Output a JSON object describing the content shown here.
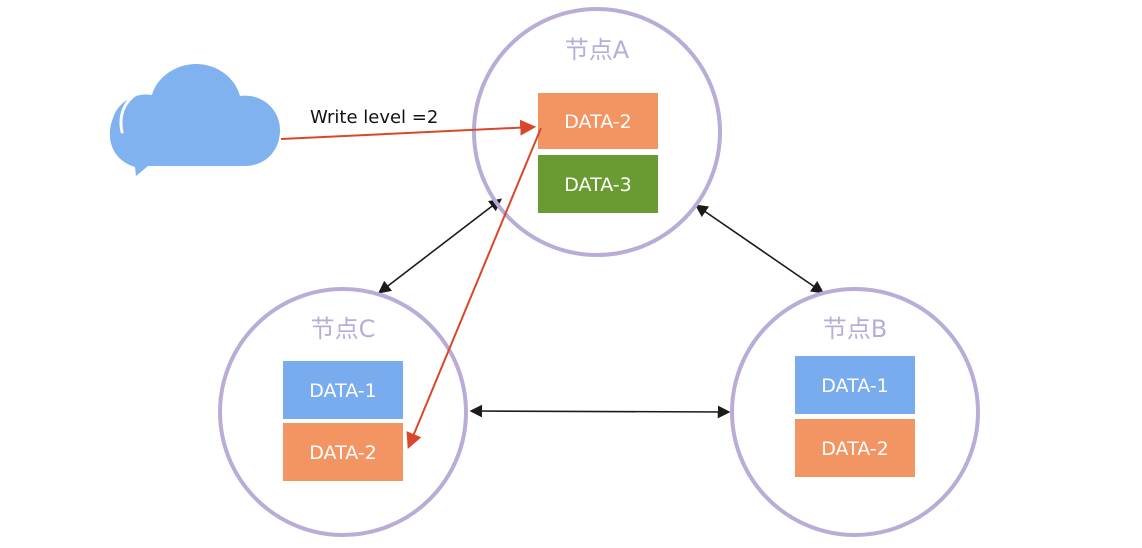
{
  "colors": {
    "node_ring": "#b9add7",
    "node_title": "#b9add7",
    "data_orange": "#f39563",
    "data_green": "#6a9b32",
    "data_blue": "#79abef",
    "cloud": "#7fb2ee",
    "write_arrow": "#d9472b",
    "sync_arrow": "#1b1b1b"
  },
  "client": {
    "icon": "cloud-icon",
    "write_label": "Write level =2"
  },
  "nodes": {
    "a": {
      "title": "节点A",
      "blocks": [
        {
          "label": "DATA-2",
          "color": "orange"
        },
        {
          "label": "DATA-3",
          "color": "green"
        }
      ]
    },
    "b": {
      "title": "节点B",
      "blocks": [
        {
          "label": "DATA-1",
          "color": "blue"
        },
        {
          "label": "DATA-2",
          "color": "orange"
        }
      ]
    },
    "c": {
      "title": "节点C",
      "blocks": [
        {
          "label": "DATA-1",
          "color": "blue"
        },
        {
          "label": "DATA-2",
          "color": "orange"
        }
      ]
    }
  }
}
